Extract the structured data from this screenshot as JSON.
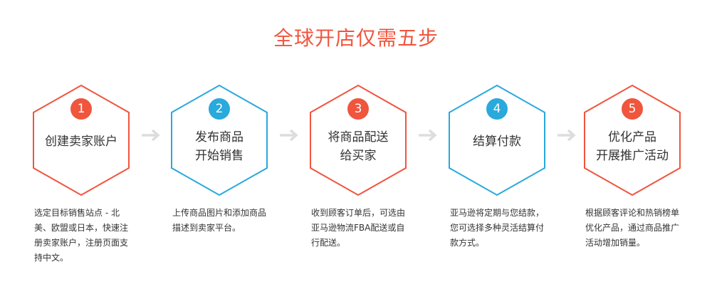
{
  "title": "全球开店仅需五步",
  "colors": {
    "red": "#f0553e",
    "blue": "#29a9dc",
    "arrow": "#dddddd"
  },
  "steps": [
    {
      "number": "1",
      "label_lines": [
        "创建卖家账户"
      ],
      "color": "red",
      "description": "选定目标销售站点 - 北美、欧盟或日本，快速注册卖家账户，注册页面支持中文。"
    },
    {
      "number": "2",
      "label_lines": [
        "发布商品",
        "开始销售"
      ],
      "color": "blue",
      "description": "上传商品图片和添加商品描述到卖家平台。"
    },
    {
      "number": "3",
      "label_lines": [
        "将商品配送",
        "给买家"
      ],
      "color": "red",
      "description": "收到顾客订单后，可选由亚马逊物流FBA配送或自行配送。"
    },
    {
      "number": "4",
      "label_lines": [
        "结算付款"
      ],
      "color": "blue",
      "description": "亚马逊将定期与您结款，您可选择多种灵活结算付款方式。"
    },
    {
      "number": "5",
      "label_lines": [
        "优化产品",
        "开展推广活动"
      ],
      "color": "red",
      "description": "根据顾客评论和热销榜单优化产品，通过商品推广活动增加销量。"
    }
  ]
}
